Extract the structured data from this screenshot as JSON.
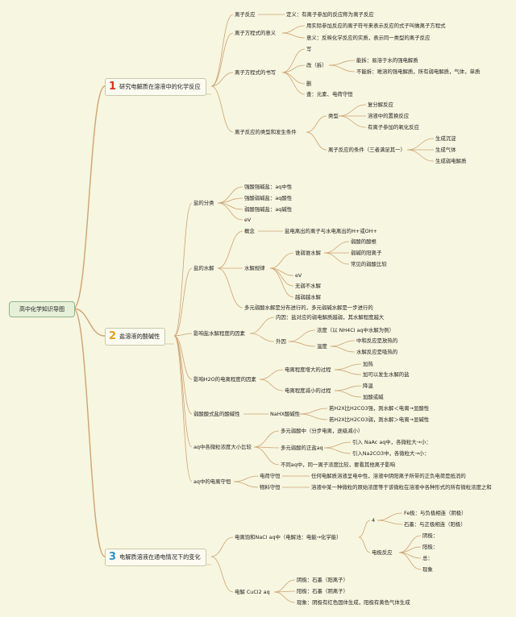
{
  "root": "高中化学知识导图",
  "colors": {
    "b1": "#d9321f",
    "b2": "#e0a114",
    "b3": "#2d93d1",
    "line": "#cda373"
  },
  "sec1": {
    "num": "1",
    "title": "研究电解质在溶液中的化学反应",
    "n1": "离子反应",
    "n1a": "定义：有离子参加的反应称为离子反应",
    "n2": "离子方程式的意义",
    "n2a": "用实际参加反应的离子符号来表示反应的式子叫做离子方程式",
    "n2b": "意义：反映化学反应的实质，表示同一类型的离子反应",
    "n3": "离子方程式的书写",
    "w1": "写",
    "w2": "改（拆）",
    "w2a": "能拆：易溶于水的强电解质",
    "w2b": "不能拆：难溶的强电解质，所有弱电解质，气体，单质",
    "w3": "删",
    "w4": "查：元素、电荷守恒",
    "n4": "离子反应的类型和发生条件",
    "t1": "类型",
    "t1a": "复分解反应",
    "t1b": "溶液中的置换反应",
    "t1c": "有离子参加的氧化反应",
    "t2": "离子反应的条件（三者满足其一）",
    "t2a": "生成沉淀",
    "t2b": "生成气体",
    "t2c": "生成弱电解质"
  },
  "sec2": {
    "num": "2",
    "title": "盐溶液的酸碱性",
    "a": "盐的分类",
    "a1": "强酸强碱盐：aq中性",
    "a2": "强酸弱碱盐：aq酸性",
    "a3": "弱酸强碱盐：aq碱性",
    "a4": "eV",
    "b": "盐的水解",
    "b1": "概念",
    "b1a": "盐电离出的离子与水电离出的H+或OH+",
    "b2": "水解规律",
    "b2a": "谁弱谁水解",
    "b2a1": "弱酸的酸根",
    "b2a2": "弱碱的阳离子",
    "b2a3": "常见的弱酸比较",
    "b2b": "eV",
    "b2c": "无弱不水解",
    "b2d": "越弱越水解",
    "b3": "多元弱酸水解是分布进行的，多元弱碱水解是一步进行的",
    "c": "影响盐水解程度的因素",
    "c1": "内因：盐对应的弱电解质越弱，其水解程度越大",
    "c2": "外因",
    "c2a": "浓度（以 NH4Cl aq中水解为例）",
    "c2b": "温度",
    "c2b1": "中和反应是放热的",
    "c2b2": "水解反应是吸热的",
    "d": "影响H2O的电离程度的因素",
    "d1": "电离程度增大的过程",
    "d1a": "加热",
    "d1b": "加可以发生水解的盐",
    "d2": "电离程度减小的过程",
    "d2a": "降温",
    "d2b": "加酸或碱",
    "e": "弱酸酸式盐的酸碱性",
    "e1": "NaHX酸碱性",
    "e1a": "若H2X比H2CO3强，则水解＜电离→显酸性",
    "e1b": "若H2X比H2CO3弱，则水解＞电离→显碱性",
    "f": "aq中各微粒浓度大小比较",
    "f1": "多元弱酸中（分步电离，逐级减小）",
    "f2": "多元弱酸的正盐aq",
    "f2a": "引入 NaAc aq中，各微粒大→小：",
    "f2b": "引入Na2CO3中，各微粒大→小：",
    "f3": "不同aq中，同一离子浓度比较，要看其他离子影响",
    "g": "aq中的电离守恒",
    "g1": "电荷守恒",
    "g1a": "任何电解质溶液呈电中性，溶液中阴阳离子所带的正负电荷是抵消的",
    "g2": "物料守恒",
    "g2a": "溶液中某一种微粒的原始浓度等于该微粒在溶液中各种形式的所有微粒浓度之和"
  },
  "sec3": {
    "num": "3",
    "title": "电解质溶液在通电情况下的变化",
    "a": "电离饱和NaCl aq中（电解池：电能→化学能）",
    "a1": "4",
    "a1a": "Fe极：与负极相连（阴极）",
    "a1b": "石墨：与正极相连（阳极）",
    "a2": "电极反应",
    "a2a": "阴极：",
    "a2b": "阳极：",
    "a2c": "总：",
    "a2d": "现象",
    "b": "电解 CuCl2 aq",
    "b1": "阴极：石墨（阳离子）",
    "b2": "阳极：石墨（阴离子）",
    "b3": "现象：阴极有红色固体生成，阳极有黄色气体生成"
  }
}
